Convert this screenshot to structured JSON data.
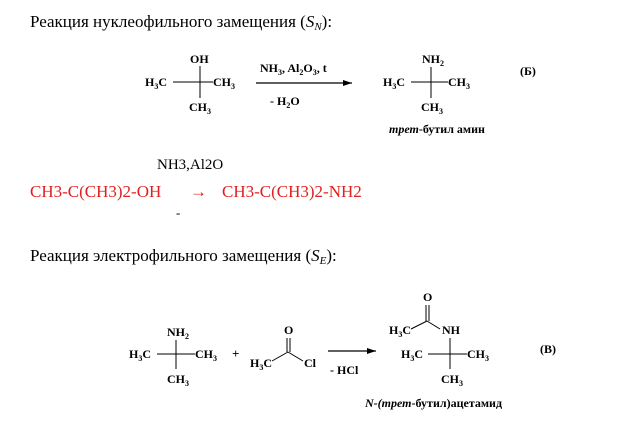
{
  "headings": {
    "sn_prefix": "Реакция нуклеофильного замещения (",
    "sn_symbol": "S",
    "sn_sub": "N",
    "sn_suffix": "):",
    "se_prefix": "Реакция электрофильного замещения (",
    "se_symbol": "S",
    "se_sub": "E",
    "se_suffix": "):"
  },
  "scheme_b": {
    "oh": "OH",
    "h3c": "H",
    "ch3": "CH",
    "num3": "3",
    "cond_top": "NH",
    "cond_top_rest": ", Al",
    "cond_o": "O",
    "cond_t": ", t",
    "cond_bottom": "- H",
    "cond_bottom_o": "O",
    "nh2": "NH",
    "num2": "2",
    "label": "(Б)",
    "name_italic": "трет",
    "name_rest": "-бутил амин"
  },
  "red_equation": {
    "catalyst": "NH3,Al2O",
    "left": "CH3-C(CH3)2-OH",
    "arrow": "→",
    "right": "CH3-C(CH3)2-NH2",
    "dash": "-"
  },
  "scheme_v": {
    "nh2": "NH",
    "plus": "+",
    "o": "O",
    "cl": "Cl",
    "nh": "NH",
    "cond_bottom": "- HCl",
    "label": "(В)",
    "name_prefix": "N-(",
    "name_italic": "трет",
    "name_rest": "-бутил)ацетамид"
  }
}
